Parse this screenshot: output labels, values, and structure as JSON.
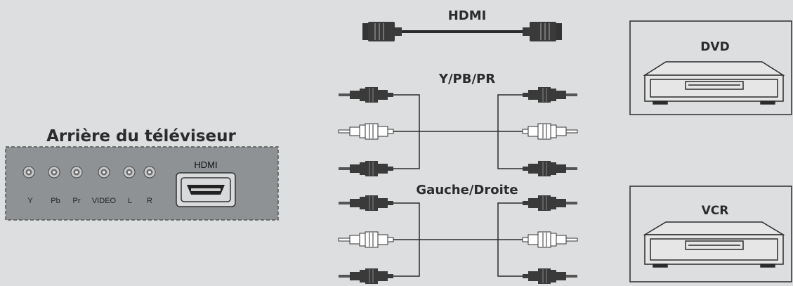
{
  "colors": {
    "background": "#dcdedf",
    "panel": "#8f9294",
    "panel_border": "#555555",
    "cable_dark": "#3a3a3a",
    "cable_light": "#ffffff",
    "wire": "#2b2b2b",
    "text": "#2b2b2b"
  },
  "tv_back": {
    "title": "Arrière du téléviseur",
    "ports": [
      "Y",
      "Pb",
      "Pr",
      "VIDEO",
      "L",
      "R"
    ],
    "hdmi_label": "HDMI"
  },
  "cables": {
    "hdmi_title": "HDMI",
    "component_title": "Y/PB/PR",
    "audio_title": "Gauche/Droite"
  },
  "devices": {
    "dvd_label": "DVD",
    "vcr_label": "VCR"
  }
}
